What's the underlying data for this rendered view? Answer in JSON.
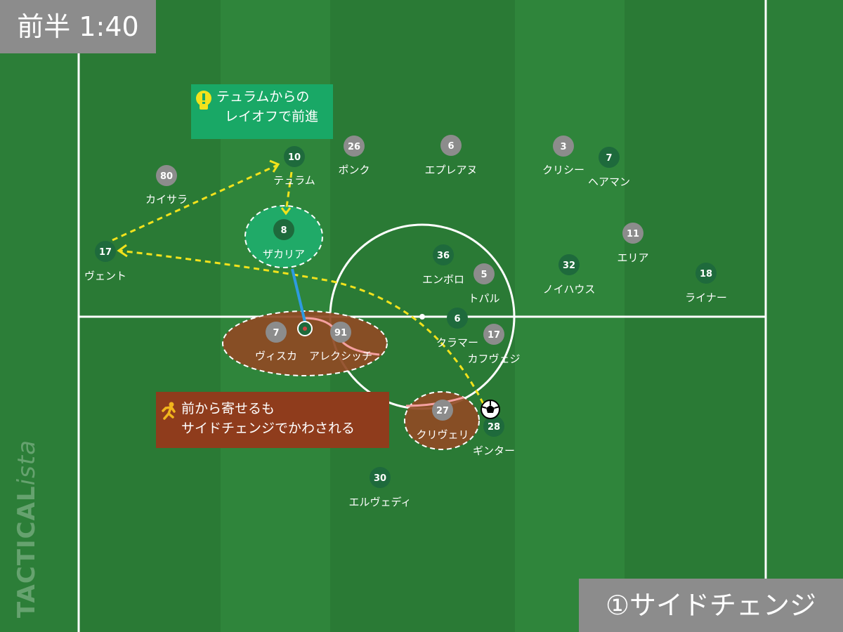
{
  "header": {
    "time_label": "前半 1:40"
  },
  "title": {
    "label": "①サイドチェンジ"
  },
  "callouts": {
    "green": {
      "line1": "テュラムからの",
      "line2": "レイオフで前進",
      "icon": "lightbulb-icon"
    },
    "brown": {
      "line1": "前から寄せるも",
      "line2": "サイドチェンジでかわされる",
      "icon": "running-person-icon"
    }
  },
  "watermark": {
    "brand": "TACTICAL",
    "suffix": "ista"
  },
  "colors": {
    "pitch_dark": "#2a7a35",
    "pitch_light": "#2f853b",
    "team_dark": "#1e6a3c",
    "team_grey": "#8c8c8c",
    "pass_line": "#f2e21c",
    "ball_path": "#2e9ae0",
    "green_highlight": "#1fae6e",
    "brown_highlight": "#8f3c1c"
  },
  "players": [
    {
      "number": "80",
      "name": "カイサラ",
      "team": "grey"
    },
    {
      "number": "10",
      "name": "テュラム",
      "team": "dark"
    },
    {
      "number": "26",
      "name": "ポンク",
      "team": "grey"
    },
    {
      "number": "6",
      "name": "エプレアヌ",
      "team": "grey"
    },
    {
      "number": "3",
      "name": "クリシー",
      "team": "grey"
    },
    {
      "number": "7",
      "name": "ヘアマン",
      "team": "dark"
    },
    {
      "number": "8",
      "name": "ザカリア",
      "team": "dark"
    },
    {
      "number": "17",
      "name": "ヴェント",
      "team": "dark"
    },
    {
      "number": "11",
      "name": "エリア",
      "team": "grey"
    },
    {
      "number": "36",
      "name": "エンボロ",
      "team": "dark"
    },
    {
      "number": "5",
      "name": "トパル",
      "team": "grey"
    },
    {
      "number": "32",
      "name": "ノイハウス",
      "team": "dark"
    },
    {
      "number": "18",
      "name": "ライナー",
      "team": "dark"
    },
    {
      "number": "7",
      "name": "ヴィスカ",
      "team": "grey"
    },
    {
      "number": "91",
      "name": "アレクシッチ",
      "team": "grey"
    },
    {
      "number": "6",
      "name": "クラマー",
      "team": "dark"
    },
    {
      "number": "17",
      "name": "カフヴェジ",
      "team": "grey"
    },
    {
      "number": "27",
      "name": "クリヴェリ",
      "team": "grey"
    },
    {
      "number": "28",
      "name": "ギンター",
      "team": "dark"
    },
    {
      "number": "30",
      "name": "エルヴェディ",
      "team": "dark"
    }
  ]
}
